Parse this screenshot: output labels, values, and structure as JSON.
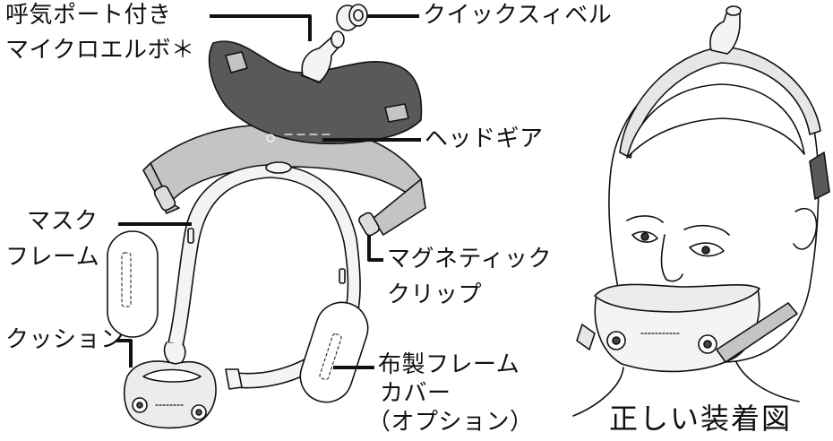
{
  "labels": {
    "elbow_line1": "呼気ポート付き",
    "elbow_line2": "マイクロエルボ＊",
    "quick_swivel": "クイックスィベル",
    "headgear": "ヘッドギア",
    "mask_frame_line1": "マスク",
    "mask_frame_line2": "フレーム",
    "magnetic_clip_line1": "マグネティック",
    "magnetic_clip_line2": "クリップ",
    "cushion": "クッション",
    "cover_line1": "布製フレーム",
    "cover_line2": "カバー",
    "cover_line3": "（オプション）",
    "correct_wear_title": "正しい装着図"
  },
  "colors": {
    "headgear_dark": "#58595b",
    "headgear_light": "#c4c4c4",
    "frame_fill": "#f4f4f4",
    "line": "#111111"
  }
}
